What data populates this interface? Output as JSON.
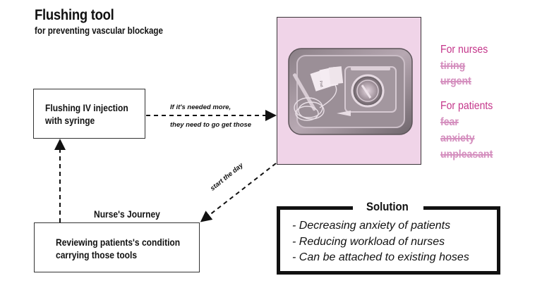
{
  "header": {
    "title": "Flushing tool",
    "subtitle": "for preventing vascular blockage"
  },
  "journey": {
    "label": "Nurse's Journey",
    "steps": [
      {
        "lines": [
          "Flushing IV injection",
          "with syringe"
        ]
      },
      {
        "lines": [
          "Reviewing patients's condition",
          "carrying those tools"
        ]
      }
    ],
    "arrows": {
      "to_tools_line1": "If it's needed more,",
      "to_tools_line2": "they need to go get those",
      "from_tools": "start the day"
    }
  },
  "photo": {
    "description": "Stainless steel tray with syringes, tubing, alcohol wipe packets and a round bowl",
    "tint_color": "#f0d4e8"
  },
  "pain_points": {
    "nurses": {
      "heading": "For nurses",
      "items": [
        "tiring",
        "urgent"
      ]
    },
    "patients": {
      "heading": "For patients",
      "items": [
        "fear",
        "anxiety",
        "unpleasant"
      ]
    },
    "heading_color": "#c4358a",
    "item_color": "#d590bf"
  },
  "solution": {
    "title": "Solution",
    "items": [
      "- Decreasing anxiety of patients",
      "- Reducing workload of nurses",
      "- Can be attached to existing hoses"
    ]
  }
}
